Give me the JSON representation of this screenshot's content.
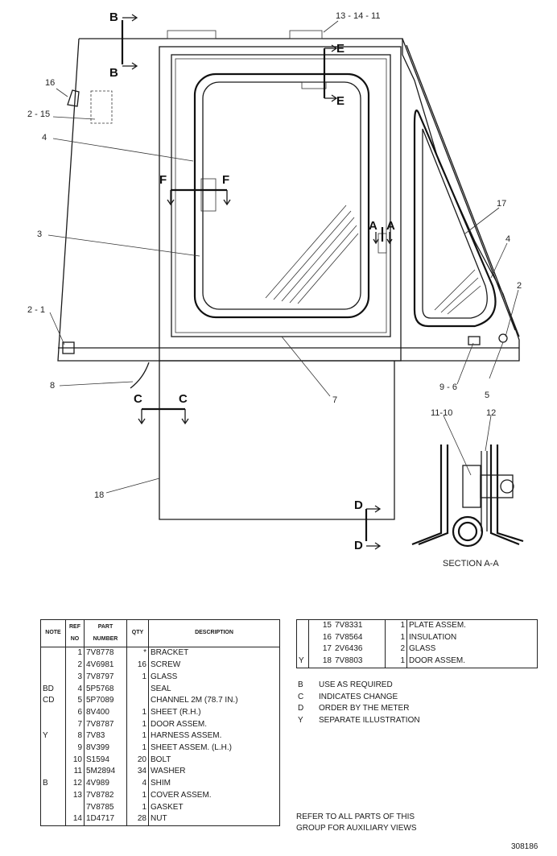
{
  "callouts": {
    "c13_14_11": "13 - 14 - 11",
    "c16": "16",
    "c2_15": "2 - 15",
    "c4a": "4",
    "c3": "3",
    "c2_1": "2 - 1",
    "c8": "8",
    "c7": "7",
    "c9_6": "9 - 6",
    "c5": "5",
    "c2": "2",
    "c4b": "4",
    "c17": "17",
    "c11_10": "11-10",
    "c12": "12",
    "c18": "18"
  },
  "section_marks": {
    "B": "B",
    "E": "E",
    "F": "F",
    "A": "A",
    "C": "C",
    "D": "D"
  },
  "section_caption": "SECTION A-A",
  "parts_table": {
    "headers": {
      "note": "NOTE",
      "ref": "REF NO",
      "part": "PART NUMBER",
      "qty": "QTY",
      "desc": "DESCRIPTION"
    },
    "rows": [
      {
        "note": "",
        "ref": "1",
        "part": "7V8778",
        "qty": "*",
        "desc": "BRACKET"
      },
      {
        "note": "",
        "ref": "2",
        "part": "4V6981",
        "qty": "16",
        "desc": "SCREW"
      },
      {
        "note": "",
        "ref": "3",
        "part": "7V8797",
        "qty": "1",
        "desc": "GLASS"
      },
      {
        "note": "BD",
        "ref": "4",
        "part": "5P5768",
        "qty": "",
        "desc": "SEAL"
      },
      {
        "note": "CD",
        "ref": "5",
        "part": "5P7089",
        "qty": "",
        "desc": "CHANNEL 2M (78.7 IN.)"
      },
      {
        "note": "",
        "ref": "6",
        "part": "8V400",
        "qty": "1",
        "desc": "SHEET (R.H.)"
      },
      {
        "note": "",
        "ref": "7",
        "part": "7V8787",
        "qty": "1",
        "desc": "DOOR ASSEM."
      },
      {
        "note": "Y",
        "ref": "8",
        "part": "7V83",
        "qty": "1",
        "desc": "HARNESS ASSEM."
      },
      {
        "note": "",
        "ref": "9",
        "part": "8V399",
        "qty": "1",
        "desc": "SHEET ASSEM. (L.H.)"
      },
      {
        "note": "",
        "ref": "10",
        "part": "S1594",
        "qty": "20",
        "desc": "BOLT"
      },
      {
        "note": "",
        "ref": "11",
        "part": "5M2894",
        "qty": "34",
        "desc": "WASHER"
      },
      {
        "note": "B",
        "ref": "12",
        "part": "4V989",
        "qty": "4",
        "desc": "SHIM"
      },
      {
        "note": "",
        "ref": "13",
        "part": "7V8782",
        "qty": "1",
        "desc": "COVER ASSEM."
      },
      {
        "note": "",
        "ref": "",
        "part": "7V8785",
        "qty": "1",
        "desc": "GASKET"
      },
      {
        "note": "",
        "ref": "14",
        "part": "1D4717",
        "qty": "28",
        "desc": "NUT"
      }
    ]
  },
  "parts_table_2": {
    "rows": [
      {
        "note": "",
        "ref": "15",
        "part": "7V8331",
        "qty": "1",
        "desc": "PLATE ASSEM."
      },
      {
        "note": "",
        "ref": "16",
        "part": "7V8564",
        "qty": "1",
        "desc": "INSULATION"
      },
      {
        "note": "",
        "ref": "17",
        "part": "2V6436",
        "qty": "2",
        "desc": "GLASS"
      },
      {
        "note": "Y",
        "ref": "18",
        "part": "7V8803",
        "qty": "1",
        "desc": "DOOR ASSEM."
      }
    ]
  },
  "legend": [
    {
      "code": "B",
      "text": "USE AS REQUIRED"
    },
    {
      "code": "C",
      "text": "INDICATES CHANGE"
    },
    {
      "code": "D",
      "text": "ORDER BY THE METER"
    },
    {
      "code": "Y",
      "text": "SEPARATE ILLUSTRATION"
    }
  ],
  "refer_note": "REFER TO ALL PARTS OF THIS\nGROUP FOR AUXILIARY VIEWS",
  "image_number": "308186"
}
